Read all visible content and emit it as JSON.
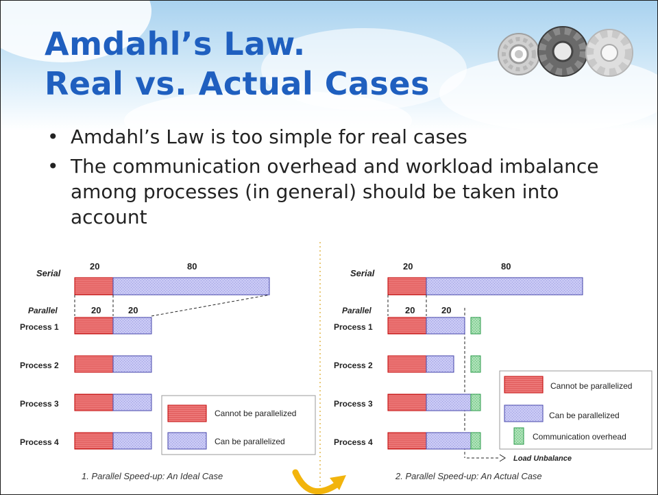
{
  "title": {
    "line1": "Amdahl’s Law.",
    "line2": "Real vs. Actual Cases"
  },
  "bullets": [
    "Amdahl’s Law is too simple for real cases",
    "The communication overhead and workload imbalance among processes (in general) should be taken into account"
  ],
  "colors": {
    "title": "#1f5fbf",
    "serial_fill": "#f08080",
    "serial_stroke": "#c00000",
    "parallel_fill": "#c8c8f4",
    "parallel_stroke": "#4444aa",
    "comm_fill": "#a9e0b4",
    "comm_stroke": "#2a9a4a",
    "arrow": "#f2b40c"
  },
  "icons": [
    "gear-icon",
    "curved-arrow-icon"
  ],
  "left_diagram": {
    "serial_label": "Serial",
    "serial_values": [
      "20",
      "80"
    ],
    "parallel_label": "Parallel",
    "parallel_values": [
      "20",
      "20"
    ],
    "processes": [
      "Process 1",
      "Process 2",
      "Process 3",
      "Process 4"
    ],
    "caption": "1. Parallel Speed-up: An Ideal Case",
    "legend": {
      "cannot": "Cannot be parallelized",
      "can": "Can be parallelized"
    }
  },
  "right_diagram": {
    "serial_label": "Serial",
    "serial_values": [
      "20",
      "80"
    ],
    "parallel_label": "Parallel",
    "parallel_values": [
      "20",
      "20"
    ],
    "processes": [
      "Process 1",
      "Process 2",
      "Process 3",
      "Process 4"
    ],
    "caption": "2. Parallel Speed-up: An Actual Case",
    "load_unbalance": "Load Unbalance",
    "legend": {
      "cannot": "Cannot be parallelized",
      "can": "Can be parallelized",
      "comm": "Communication overhead"
    }
  }
}
